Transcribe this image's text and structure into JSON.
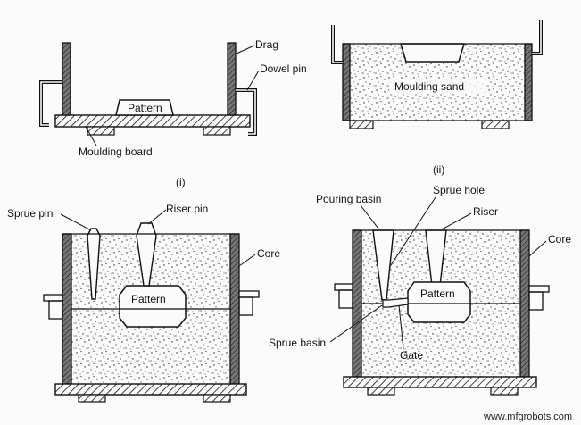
{
  "labels": {
    "drag": "Drag",
    "dowel_pin": "Dowel pin",
    "pattern": "Pattern",
    "moulding_board": "Moulding board",
    "moulding_sand": "Moulding sand",
    "step_i": "(i)",
    "step_ii": "(ii)",
    "sprue_pin": "Sprue pin",
    "riser_pin": "Riser pin",
    "core": "Core",
    "pouring_basin": "Pouring basin",
    "sprue_hole": "Sprue hole",
    "riser": "Riser",
    "sprue_basin": "Sprue basin",
    "gate": "Gate"
  },
  "watermark": "www.mfgrobots.com",
  "colors": {
    "ink": "#111111",
    "paper": "#fbfbfb",
    "wall": "#555555"
  }
}
